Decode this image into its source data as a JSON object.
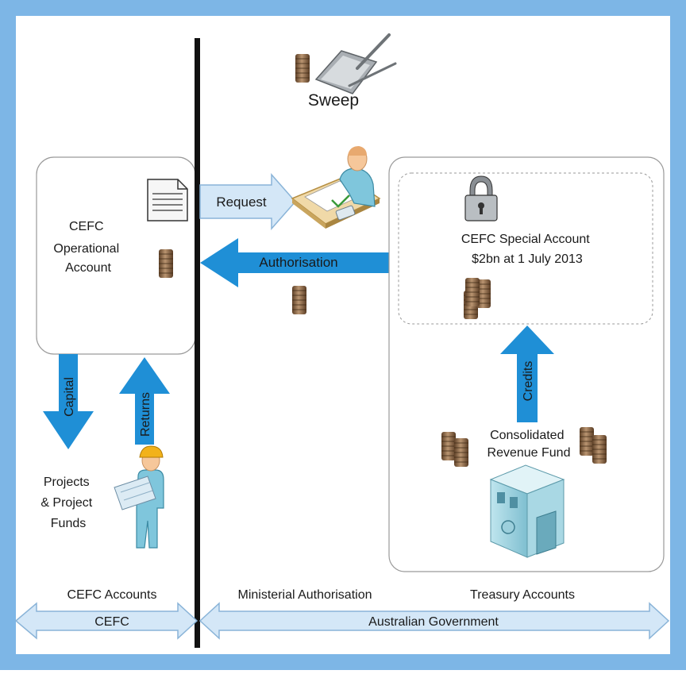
{
  "colors": {
    "frame": "#7db6e6",
    "divider": "#111111",
    "arrow_blue": "#1f8fd6",
    "arrow_light": "#d4e7f7",
    "arrow_light_stroke": "#8ab4d8",
    "coin": "#8b6a45"
  },
  "sweep": {
    "label": "Sweep",
    "icon": "dustpan-icon"
  },
  "operational_account": {
    "lines": [
      "CEFC",
      "Operational",
      "Account"
    ]
  },
  "arrows": {
    "request": "Request",
    "authorisation": "Authorisation",
    "capital": "Capital",
    "returns": "Returns",
    "credits": "Credits"
  },
  "special_account": {
    "line1": "CEFC Special Account",
    "line2": "$2bn at 1 July 2013"
  },
  "crf": {
    "lines": [
      "Consolidated",
      "Revenue Fund"
    ]
  },
  "projects": {
    "lines": [
      "Projects",
      "& Project",
      "Funds"
    ]
  },
  "footer": {
    "cefc_accounts": "CEFC Accounts",
    "ministerial": "Ministerial Authorisation",
    "treasury": "Treasury Accounts",
    "cefc_band": "CEFC",
    "gov_band": "Australian Government"
  }
}
